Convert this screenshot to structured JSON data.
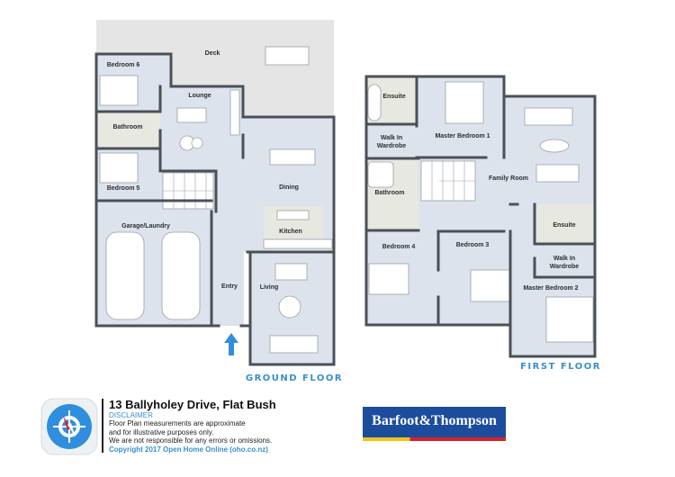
{
  "ground_floor": {
    "label": "GROUND FLOOR",
    "rooms": {
      "deck": "Deck",
      "bedroom6": "Bedroom 6",
      "lounge": "Lounge",
      "bathroom": "Bathroom",
      "bedroom5": "Bedroom 5",
      "dining": "Dining",
      "kitchen": "Kitchen",
      "garage": "Garage/Laundry",
      "entry": "Entry",
      "living": "Living"
    }
  },
  "first_floor": {
    "label": "FIRST FLOOR",
    "rooms": {
      "ensuite1": "Ensuite",
      "master1": "Master Bedroom 1",
      "wiw1_line1": "Walk In",
      "wiw1_line2": "Wardrobe",
      "family": "Family Room",
      "bathroom": "Bathroom",
      "bedroom4": "Bedroom 4",
      "bedroom3": "Bedroom 3",
      "ensuite2": "Ensuite",
      "wiw2_line1": "Walk In",
      "wiw2_line2": "Wardrobe",
      "master2": "Master Bedroom 2"
    }
  },
  "info": {
    "address": "13 Ballyholey Drive, Flat Bush",
    "disclaimer_title": "DISCLAIMER",
    "disclaimer_lines": [
      "Floor Plan measurements are approximate",
      "and for illustrative purposes only.",
      "We are not responsible for any errors or omissions."
    ],
    "copyright": "Copyright  2017  Open Home Online (oho.co.nz)"
  },
  "brand": {
    "name": "Barfoot&Thompson",
    "color": "#1c4d9d"
  },
  "logo": {
    "icon": "compass-icon",
    "color": "#2f8fdc"
  },
  "colors": {
    "accent": "#3a8fc9",
    "room": "#dde3ec",
    "wet_area": "#e7e8df",
    "wall": "#4b5058"
  }
}
